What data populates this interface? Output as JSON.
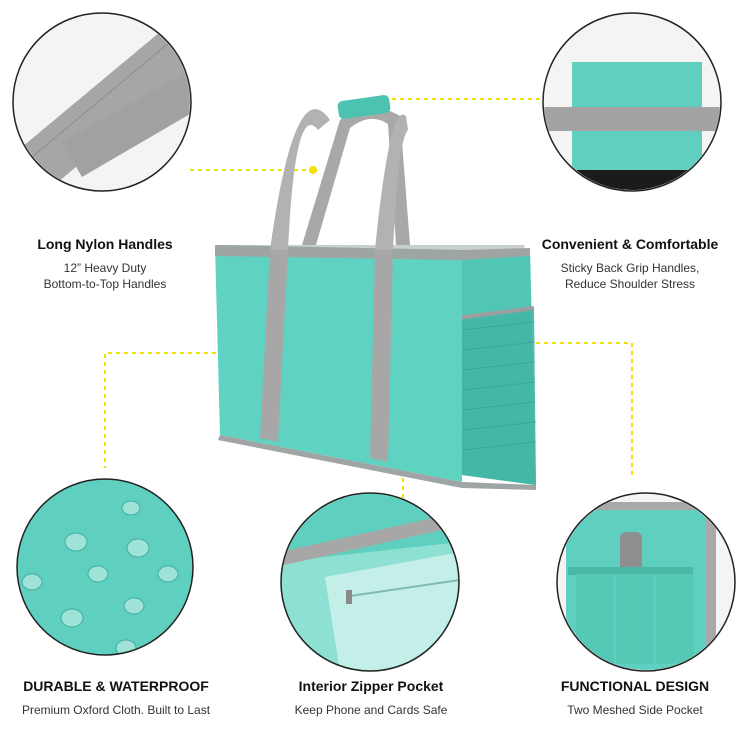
{
  "colors": {
    "accent": "#f2e200",
    "teal": "#5ed3c2",
    "teal_dark": "#3fb4a4",
    "gray_strap": "#a9a9a9",
    "gray_edge": "#b9b9b9"
  },
  "features": [
    {
      "title": "Long Nylon Handles",
      "line1": "12” Heavy Duty",
      "line2": "Bottom-to-Top Handles"
    },
    {
      "title": "Convenient & Comfortable",
      "line1": "Sticky Back Grip Handles,",
      "line2": "Reduce Shoulder Stress"
    },
    {
      "title": "DURABLE & WATERPROOF",
      "line1": "Premium Oxford Cloth. Built to Last"
    },
    {
      "title": "Interior Zipper Pocket",
      "line1": "Keep Phone and Cards Safe"
    },
    {
      "title": "FUNCTIONAL DESIGN",
      "line1": "Two Meshed Side Pocket"
    }
  ]
}
